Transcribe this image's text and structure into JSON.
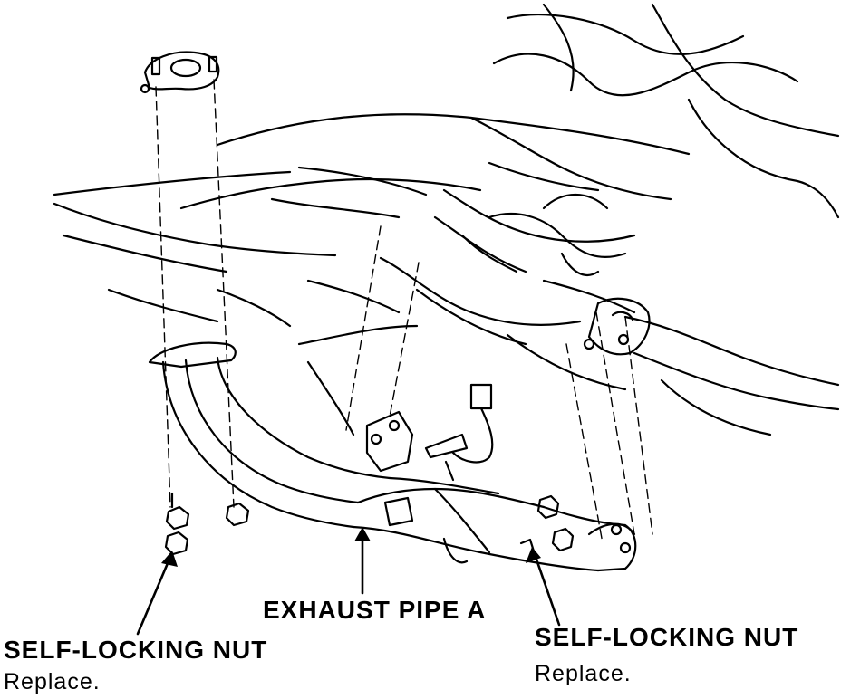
{
  "labels": {
    "exhaust_pipe": "EXHAUST PIPE A",
    "nut_left_title": "SELF-LOCKING NUT",
    "nut_left_note": "Replace.",
    "nut_right_title": "SELF-LOCKING NUT",
    "nut_right_note": "Replace."
  },
  "colors": {
    "ink": "#000000",
    "paper": "#ffffff"
  }
}
